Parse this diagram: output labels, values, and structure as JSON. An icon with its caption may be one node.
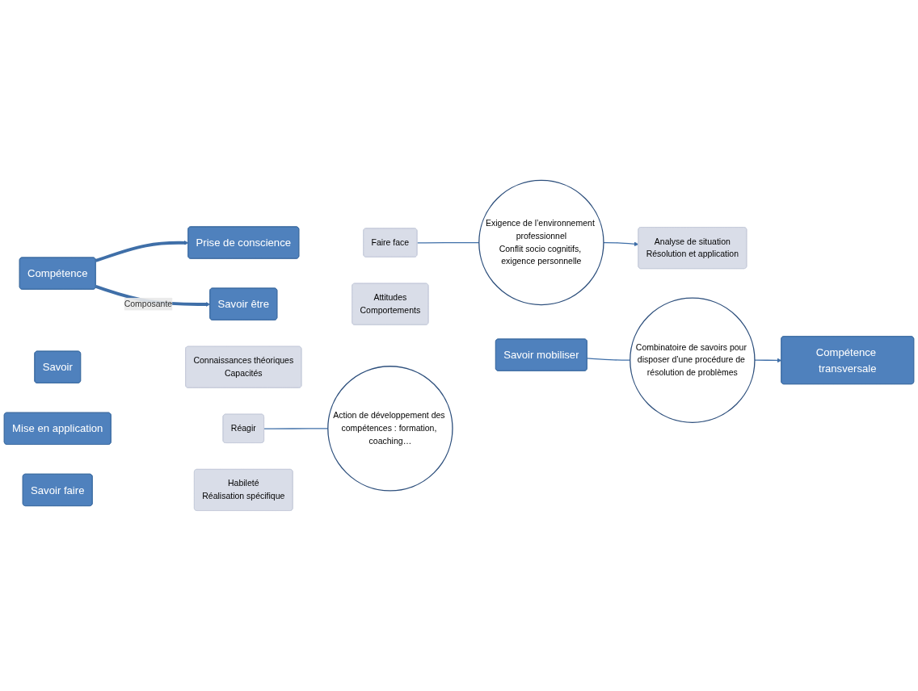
{
  "diagram": {
    "nodes": [
      {
        "text": [
          "Compétence"
        ]
      },
      {
        "text": [
          "Compétence transversale"
        ]
      },
      {
        "text": [
          "Prise de conscience"
        ]
      },
      {
        "text": [
          "Faire face"
        ]
      },
      {
        "text": [
          "Mise en application"
        ]
      },
      {
        "text": [
          "Réagir"
        ]
      },
      {
        "text": [
          "Savoir"
        ]
      },
      {
        "text": [
          "Connaissances théoriques",
          "Capacités"
        ]
      },
      {
        "text": [
          "Savoir être"
        ]
      },
      {
        "text": [
          "Attitudes",
          "Comportements"
        ]
      },
      {
        "text": [
          "Savoir faire"
        ]
      },
      {
        "text": [
          "Habileté",
          "Réalisation spécifique"
        ]
      },
      {
        "text": [
          "Savoir mobiliser"
        ]
      },
      {
        "text": [
          "Analyse de situation",
          "Résolution et application"
        ]
      },
      {
        "text": [
          "Exigence de l’environnement professionnel",
          "Conflit socio cognitifs, exigence personnelle"
        ]
      },
      {
        "text": [
          "Action de développement des compétences : formation, coaching…"
        ]
      },
      {
        "text": [
          "Combinatoire de savoirs pour disposer d’une procédure de résolution de problèmes"
        ]
      }
    ],
    "edges": [
      {
        "from": 0,
        "to": 2,
        "arrow": "to",
        "style": "thick"
      },
      {
        "from": 0,
        "to": 8,
        "label": "Composante",
        "arrow": "to",
        "style": "thick"
      },
      {
        "from": 3,
        "to": 14,
        "arrow": "none"
      },
      {
        "from": 5,
        "to": 15,
        "arrow": "none"
      },
      {
        "from": 14,
        "to": 13,
        "arrow": "to"
      },
      {
        "from": 12,
        "to": 16,
        "arrow": "none"
      },
      {
        "from": 16,
        "to": 1,
        "arrow": "to"
      }
    ]
  }
}
